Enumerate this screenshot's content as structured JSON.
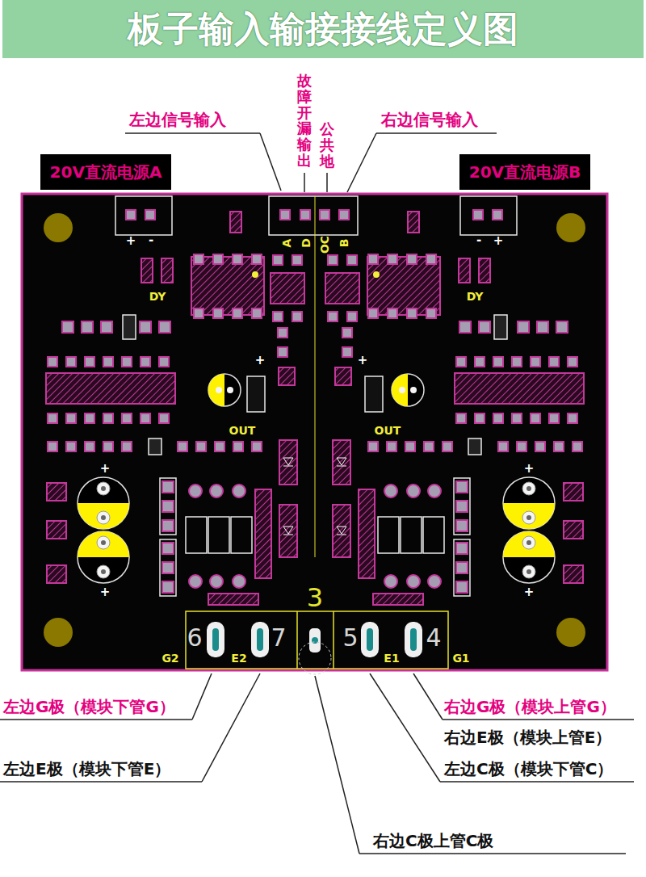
{
  "diagram": {
    "title": "板子输入输接接线定义图",
    "nodes": [
      {
        "text": [
          "20V直流电源A"
        ]
      },
      {
        "text": [
          "20V直流电源B"
        ]
      }
    ],
    "labels": [
      "左边信号输入",
      "故障开漏输出",
      "公共地",
      "右边信号输入",
      "+",
      "-",
      "A",
      "D",
      "OC",
      "B",
      "-",
      "+",
      "DY",
      "DY",
      "+",
      "+",
      "OUT",
      "OUT",
      "+",
      "+",
      "+",
      "+",
      "3",
      "6",
      "7",
      "5",
      "4",
      "G2",
      "E2",
      "E1",
      "G1",
      "左边G极（模块下管G）",
      "右边G极（模块上管G）",
      "右边E极（模块上管E）",
      "左边C极（模块下管C）",
      "左边E极（模块下管E）",
      "右边C极上管C极"
    ]
  }
}
